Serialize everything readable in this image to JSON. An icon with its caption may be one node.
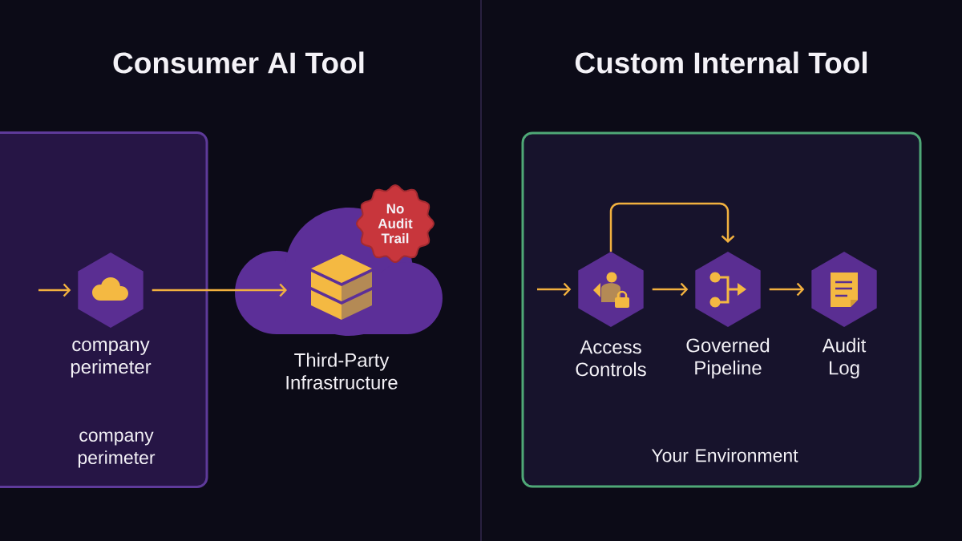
{
  "diagram": {
    "nodes": [
      {
        "text": [
          "company perimeter"
        ]
      },
      {
        "text": [],
        "shape": "hexagon",
        "beside": [
          "company perimeter"
        ],
        "in": 0
      },
      {
        "text": [],
        "shape": "cloud",
        "beside": [
          "Third-Party Infrastructure"
        ]
      },
      {
        "text": [
          "No Audit Trail"
        ]
      },
      {
        "text": [
          "Your Environment"
        ]
      },
      {
        "text": [],
        "shape": "hexagon",
        "beside": [
          "Access Controls"
        ],
        "in": 4
      },
      {
        "text": [],
        "shape": "hexagon",
        "beside": [
          "Governed Pipeline"
        ],
        "in": 4
      },
      {
        "text": [],
        "shape": "hexagon",
        "beside": [
          "Audit Log"
        ],
        "in": 4
      }
    ],
    "edges": [
      {
        "from": null,
        "to": 1,
        "arrow": "to"
      },
      {
        "from": 1,
        "to": 2,
        "arrow": "to"
      },
      {
        "from": null,
        "to": 5,
        "arrow": "to"
      },
      {
        "from": 5,
        "to": 6,
        "arrow": "to"
      },
      {
        "from": 5,
        "to": 6,
        "arrow": "to"
      },
      {
        "from": 6,
        "to": 7,
        "arrow": "to"
      }
    ],
    "labels": [
      "Consumer AI Tool",
      "Custom Internal Tool"
    ]
  }
}
